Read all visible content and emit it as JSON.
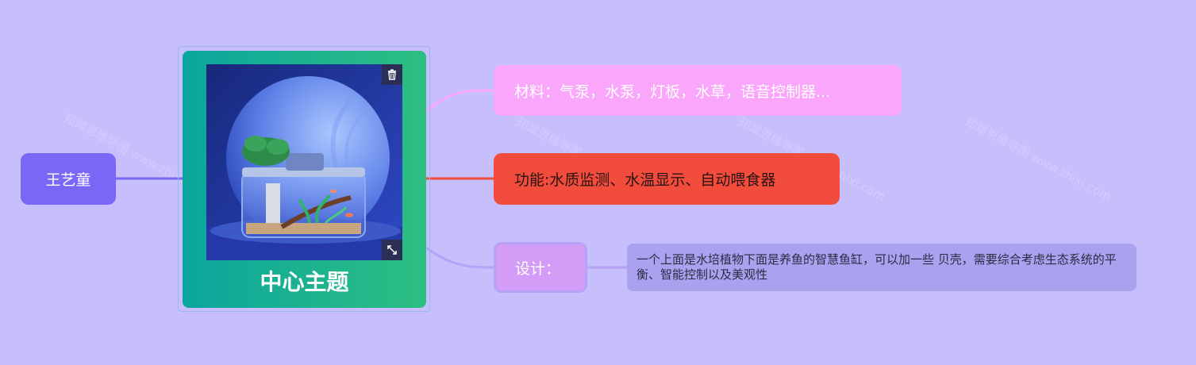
{
  "mindmap": {
    "left_node": {
      "label": "王艺童"
    },
    "center_node": {
      "title": "中心主题"
    },
    "branches": {
      "material": {
        "label": "材料：气泵，水泵，灯板，水草，语音控制器..."
      },
      "function": {
        "label": "功能:水质监测、水温显示、自动喂食器"
      },
      "design": {
        "label": "设计：",
        "detail": "一个上面是水培植物下面是养鱼的智慧鱼缸，可以加一些 贝壳，需要综合考虑生态系统的平衡、智能控制以及美观性"
      }
    }
  },
  "icons": {
    "delete": "trash-icon",
    "resize": "resize-icon"
  },
  "colors": {
    "background": "#c7bffb",
    "left_node": "#7b67f5",
    "center_gradient_start": "#0aa69e",
    "center_gradient_end": "#2dbe82",
    "material": "#faa6fb",
    "function": "#f24d3c",
    "design": "#d39cf7",
    "design_detail": "#aaa2ef"
  }
}
